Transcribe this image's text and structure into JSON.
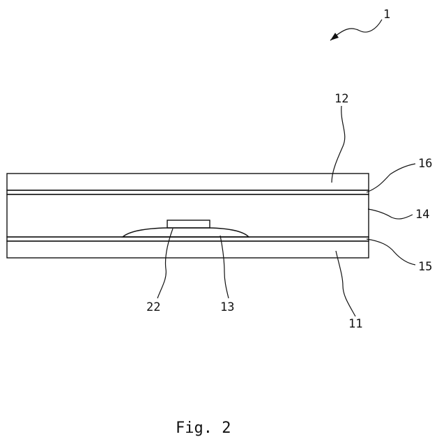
{
  "labels": {
    "assembly": "1",
    "top_layer": "12",
    "thin_film_upper": "16",
    "middle_layer": "14",
    "thin_film_lower": "15",
    "bottom_layer": "11",
    "component": "22",
    "bump": "13"
  },
  "caption": "Fig. 2"
}
